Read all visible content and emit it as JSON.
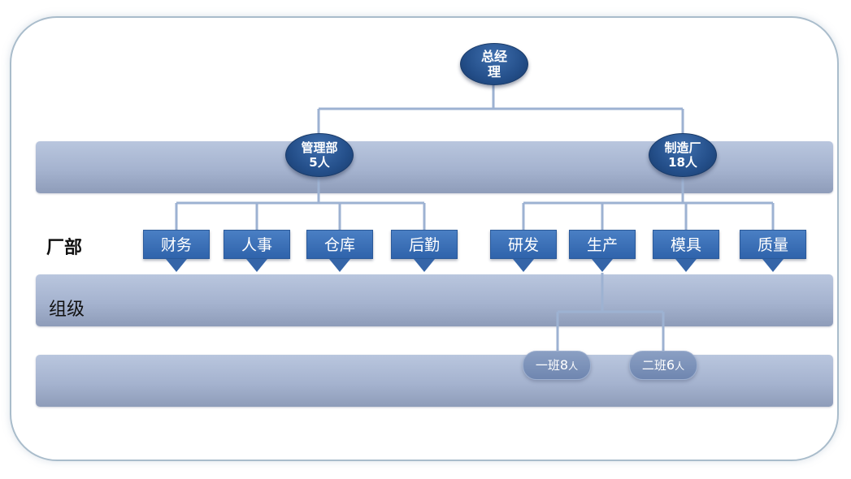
{
  "levels": {
    "factory_label": "厂部",
    "group_label": "组级"
  },
  "root": {
    "line1": "总经",
    "line2": "理"
  },
  "divisions": [
    {
      "line1": "管理部",
      "line2": "5人"
    },
    {
      "line1": "制造厂",
      "line2": "18人"
    }
  ],
  "departments": {
    "management": [
      "财务",
      "人事",
      "仓库",
      "后勤"
    ],
    "manufacturing": [
      "研发",
      "生产",
      "模具",
      "质量"
    ]
  },
  "teams": [
    {
      "name": "一班",
      "count": "8",
      "unit": "人"
    },
    {
      "name": "二班",
      "count": "6",
      "unit": "人"
    }
  ],
  "colors": {
    "node": "#244f8a",
    "dept": "#2f63ab",
    "band": "#a5b3cf",
    "connector": "#9db2d2"
  }
}
